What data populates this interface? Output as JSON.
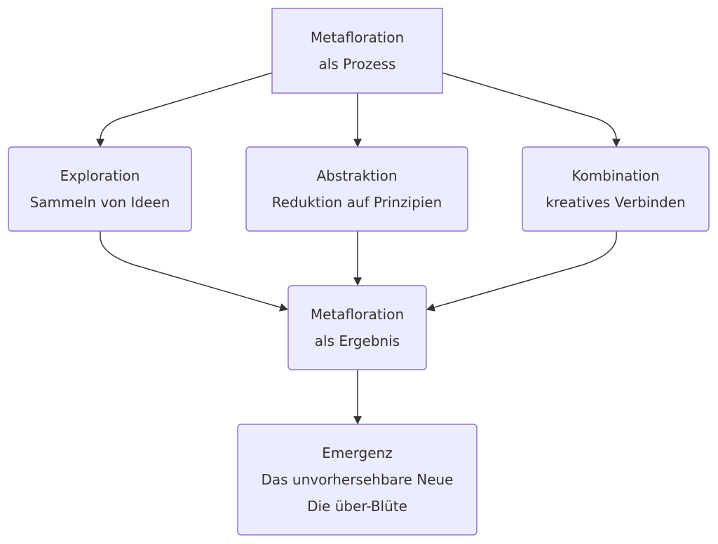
{
  "colors": {
    "node_fill": "#ECECFF",
    "node_stroke": "#9370DB",
    "edge": "#333333",
    "text": "#333333"
  },
  "nodes": {
    "prozess": {
      "lines": [
        "Metafloration",
        "als Prozess"
      ]
    },
    "exploration": {
      "lines": [
        "Exploration",
        "Sammeln von Ideen"
      ]
    },
    "abstraktion": {
      "lines": [
        "Abstraktion",
        "Reduktion auf Prinzipien"
      ]
    },
    "kombination": {
      "lines": [
        "Kombination",
        "kreatives Verbinden"
      ]
    },
    "ergebnis": {
      "lines": [
        "Metafloration",
        "als Ergebnis"
      ]
    },
    "emergenz": {
      "lines": [
        "Emergenz",
        "Das unvorhersehbare Neue",
        "Die über-Blüte"
      ]
    }
  },
  "edges": [
    {
      "from": "prozess",
      "to": "exploration"
    },
    {
      "from": "prozess",
      "to": "abstraktion"
    },
    {
      "from": "prozess",
      "to": "kombination"
    },
    {
      "from": "exploration",
      "to": "ergebnis"
    },
    {
      "from": "abstraktion",
      "to": "ergebnis"
    },
    {
      "from": "kombination",
      "to": "ergebnis"
    },
    {
      "from": "ergebnis",
      "to": "emergenz"
    }
  ]
}
